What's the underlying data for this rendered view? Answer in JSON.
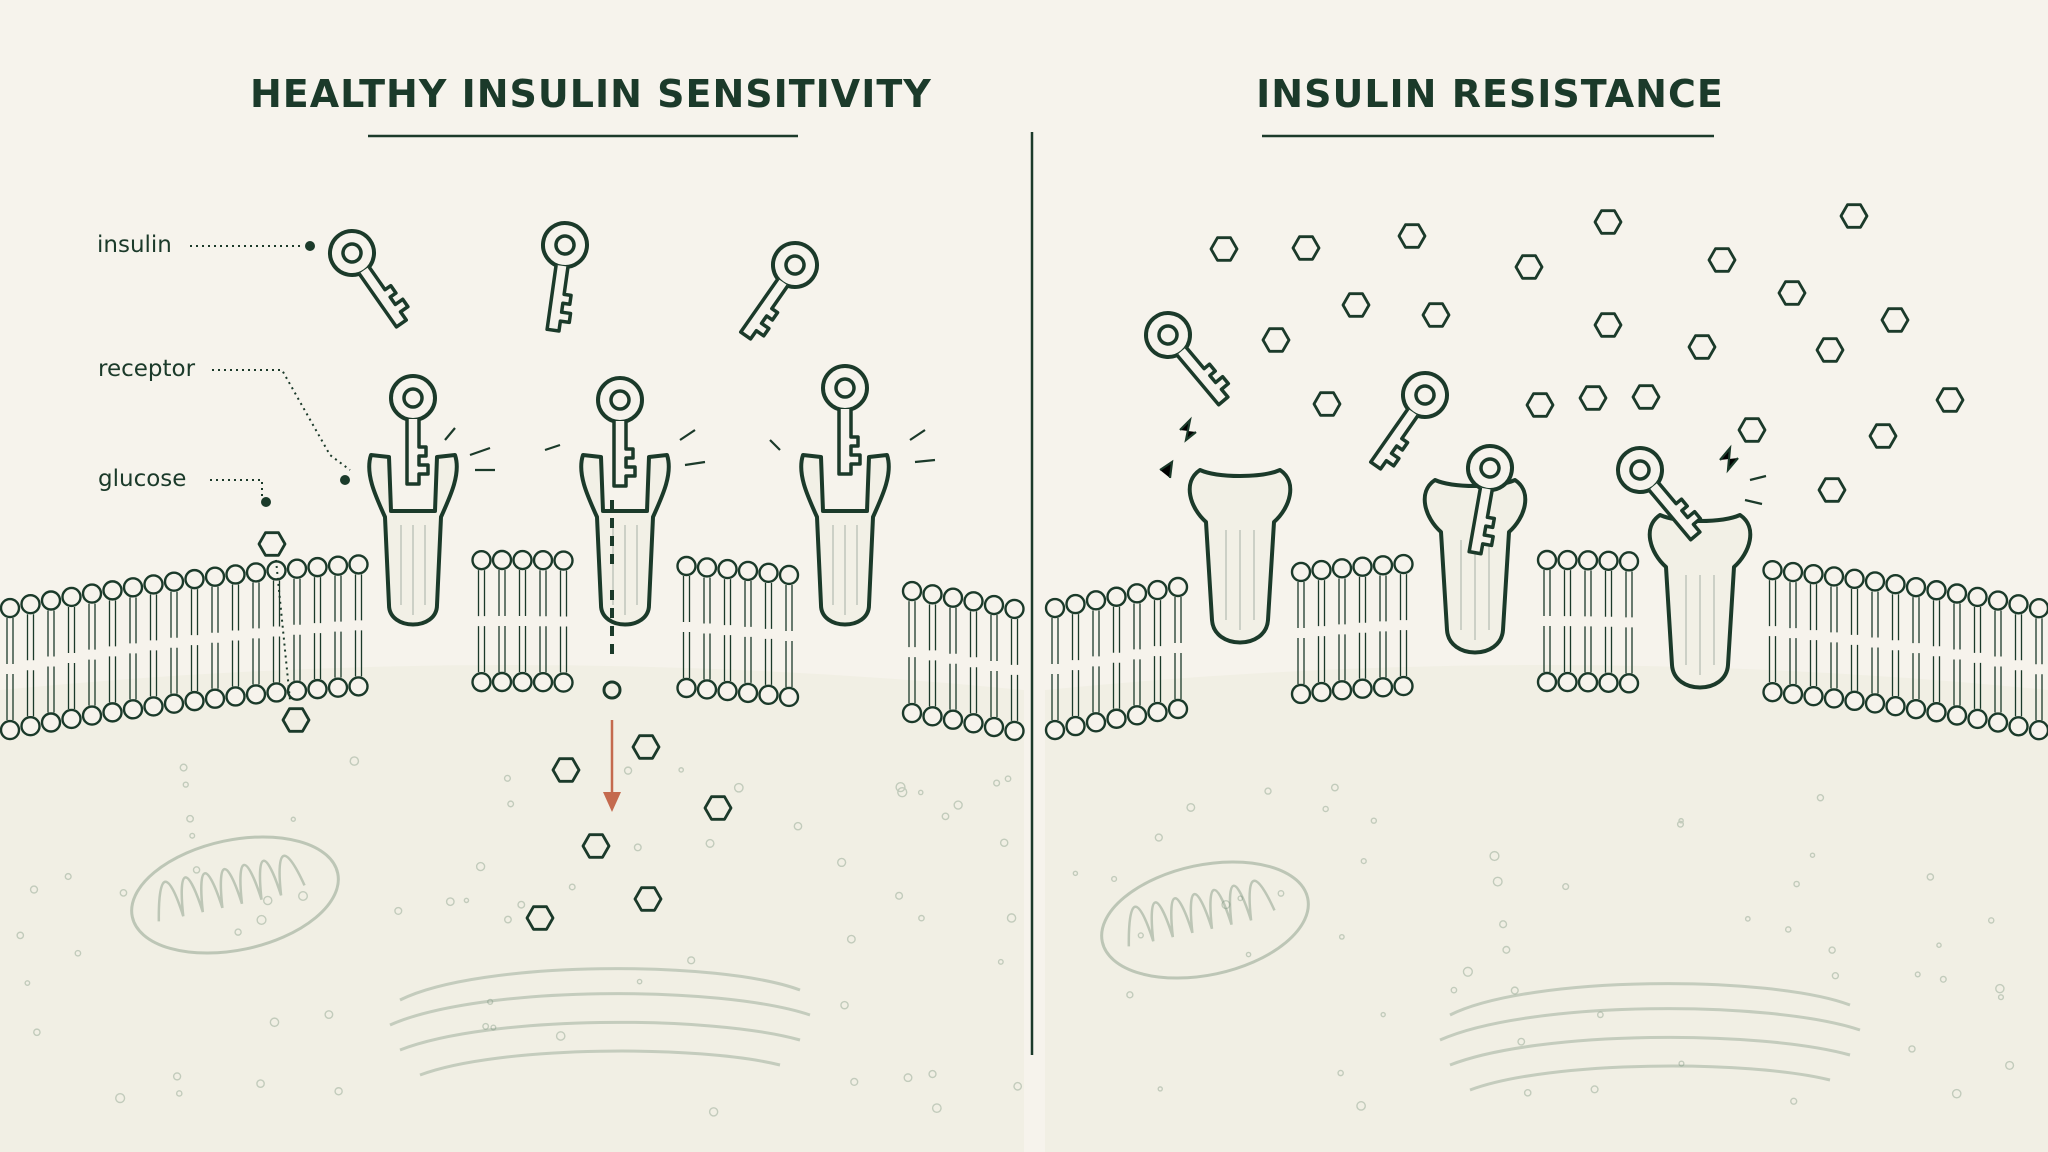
{
  "panels": {
    "left": {
      "title": "HEALTHY INSULIN SENSITIVITY"
    },
    "right": {
      "title": "INSULIN RESISTANCE"
    }
  },
  "labels": {
    "insulin": "insulin",
    "receptor": "receptor",
    "glucose": "glucose"
  },
  "colors": {
    "background": "#f6f3ec",
    "ink": "#1b3a2a",
    "cytoplasm": "#f1efe4",
    "uptake_arrow": "#c46a4e"
  }
}
